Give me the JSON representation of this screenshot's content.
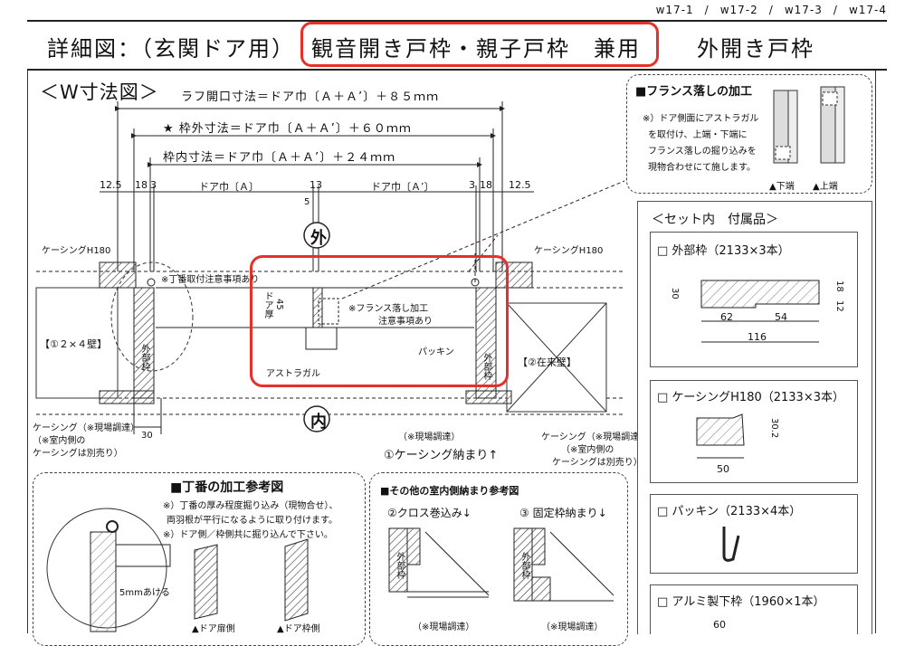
{
  "page_nav": [
    "w17-1",
    "/",
    "w17-2",
    "/",
    "w17-3",
    "/",
    "w17-4"
  ],
  "title": {
    "left": "詳細図：（玄関ドア用）",
    "highlight": "観音開き戸枠・親子戸枠　兼用",
    "right": "外開き戸枠"
  },
  "section_heading": "＜W寸法図＞",
  "dimensions": {
    "rough_opening": "ラフ開口寸法＝ドア巾〔Ａ＋Ａ’〕＋８５ｍｍ",
    "frame_outer": "★ 枠外寸法＝ドア巾〔Ａ＋Ａ’〕＋６０ｍｍ",
    "frame_inner": "枠内寸法＝ドア巾〔Ａ＋Ａ’〕＋２４ｍｍ",
    "tick_labels": [
      "12.5",
      "18",
      "3",
      "ドア巾〔Ａ〕",
      "13",
      "ドア巾〔Ａ’〕",
      "3",
      "18",
      "12.5"
    ],
    "small_5": "5",
    "bottom_30": "30"
  },
  "labels": {
    "outside": "外",
    "inside": "内",
    "casing_left": "ケーシングH180",
    "casing_right": "ケーシングH180",
    "hinge_note": "※丁番取付注意事項あり",
    "flange_note_1": "※フランス落し加工",
    "flange_note_2": "注意事項あり",
    "door_thickness": "ドア厚",
    "door_thickness_value": "45",
    "astragal": "アストラガル",
    "packing": "パッキン",
    "wall_left": "【①２×４壁】",
    "wall_right": "【②在来壁】",
    "outer_frame_left": "外部枠",
    "outer_frame_right": "外部枠",
    "casing_site_left": "ケーシング（※現場調達）",
    "casing_site_left_2": "（※室内側の",
    "casing_site_left_3": "ケーシングは別売り）",
    "site_procured": "（※現場調達）",
    "casing_site_right": "ケーシング（※現場調達）",
    "casing_site_right_2": "（※室内側の",
    "casing_site_right_3": "ケーシングは別売り）",
    "casing_fit": "①ケーシング納まり↑"
  },
  "flange_panel": {
    "title": "■フランス落しの加工",
    "text": [
      "※）ドア側面にアストラガル",
      "を取付け、上端・下端に",
      "フランス落しの掘り込みを",
      "現物合わせにて施します。"
    ],
    "caption_bottom": "▲下端",
    "caption_top": "▲上端"
  },
  "hinge_panel": {
    "title": "■丁番の加工参考図",
    "text": [
      "※）丁番の厚み程度掘り込み（現物合せ）、",
      "両羽根が平行になるように取り付けます。",
      "※）ドア側／枠側共に掘り込んで下さい。"
    ],
    "dim_5mm": "5mmあける",
    "caption_door": "▲ドア扉側",
    "caption_frame": "▲ドア枠側"
  },
  "other_panel": {
    "title": "■その他の室内側納まり参考図",
    "cloth": "②クロス巻込み↓",
    "fixed": "③ 固定枠納まり↓",
    "site_1": "（※現場調達）",
    "site_2": "（※現場調達）",
    "outer_1": "外部枠",
    "outer_2": "外部枠"
  },
  "accessories": {
    "title": "＜セット内　付属品＞",
    "items": [
      {
        "label": "□ 外部枠（2133×3本）",
        "dims": [
          "30",
          "12",
          "18",
          "62",
          "54",
          "116"
        ]
      },
      {
        "label": "□ ケーシングH180（2133×3本）",
        "dims": [
          "30.2",
          "50"
        ]
      },
      {
        "label": "□ パッキン（2133×4本）",
        "dims": []
      },
      {
        "label": "□ アルミ製下枠（1960×1本）",
        "dims": [
          "60"
        ]
      }
    ]
  }
}
